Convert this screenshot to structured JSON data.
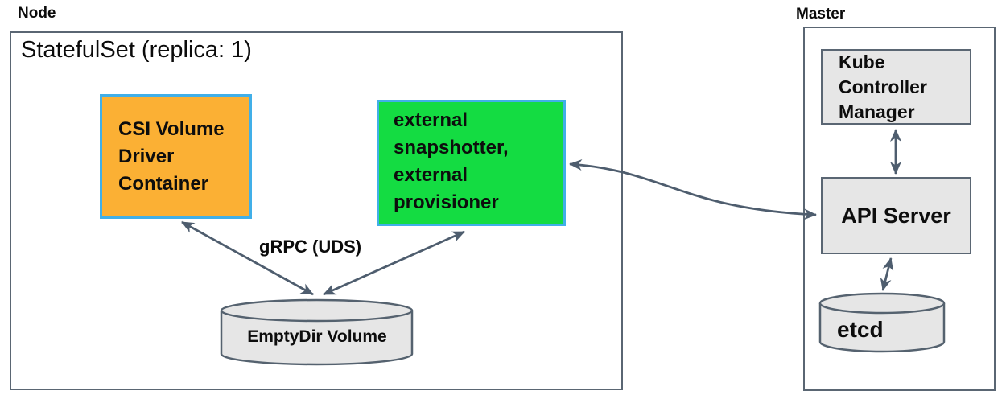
{
  "node": {
    "title": "Node",
    "statefulset_label": "StatefulSet (replica: 1)",
    "csi_box_label": "CSI Volume Driver Container",
    "external_box_label": "external snapshotter, external provisioner",
    "grpc_label": "gRPC (UDS)",
    "emptydir_label": "EmptyDir Volume"
  },
  "master": {
    "title": "Master",
    "kcm_box_label": "Kube Controller Manager",
    "api_box_label": "API Server",
    "etcd_label": "etcd"
  },
  "colors": {
    "csi_box_fill": "#fbb034",
    "external_box_fill": "#14dc42",
    "highlight_border": "#41afe8",
    "gray_box_fill": "#e6e6e6",
    "outline": "#5a6673",
    "arrow": "#4e5d6e"
  }
}
